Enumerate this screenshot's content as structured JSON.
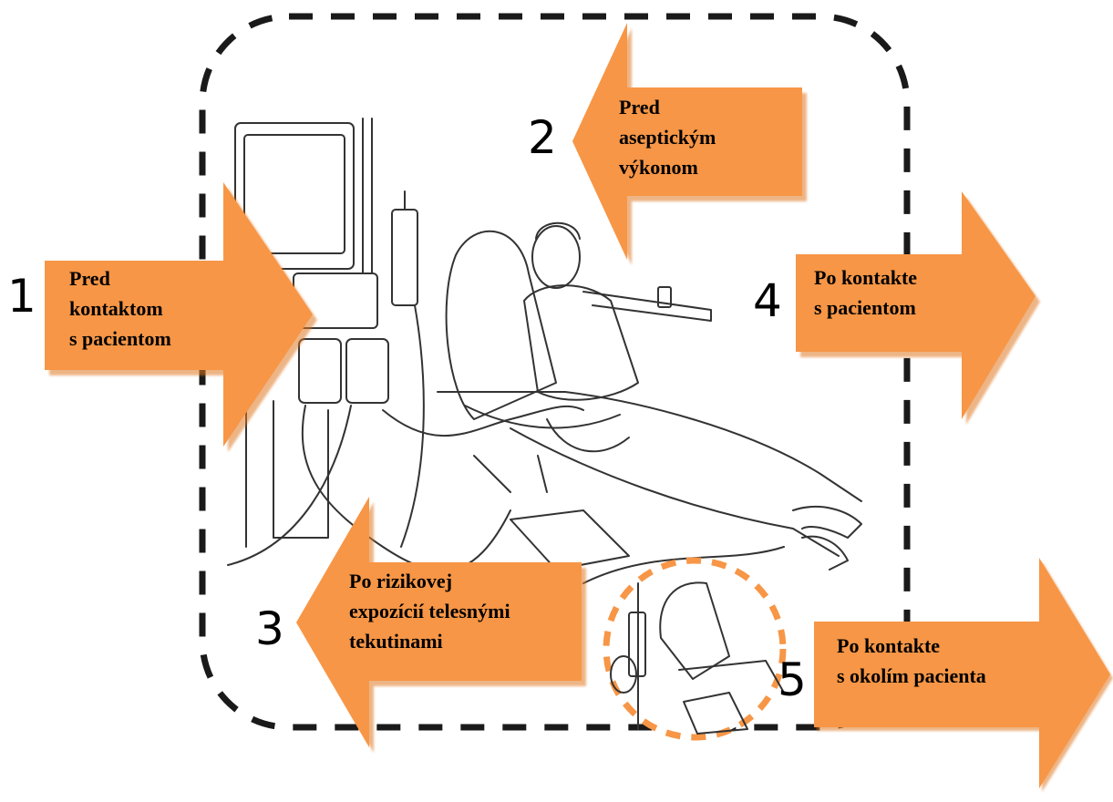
{
  "colors": {
    "arrow": "#F79646",
    "arrow_shadow": "#E07820",
    "dash": "#1a1a1a",
    "dash_zone": "#F79646"
  },
  "moments": [
    {
      "number": "1",
      "lines": [
        "Pred",
        "kontaktom",
        "s pacientom"
      ]
    },
    {
      "number": "2",
      "lines": [
        "Pred",
        "aseptickým",
        "výkonom"
      ]
    },
    {
      "number": "3",
      "lines": [
        "Po rizikovej",
        "expozícií telesnými",
        "tekutinami"
      ]
    },
    {
      "number": "4",
      "lines": [
        "Po kontakte",
        "s pacientom"
      ]
    },
    {
      "number": "5",
      "lines": [
        "Po kontakte",
        "s okolím pacienta"
      ]
    }
  ]
}
